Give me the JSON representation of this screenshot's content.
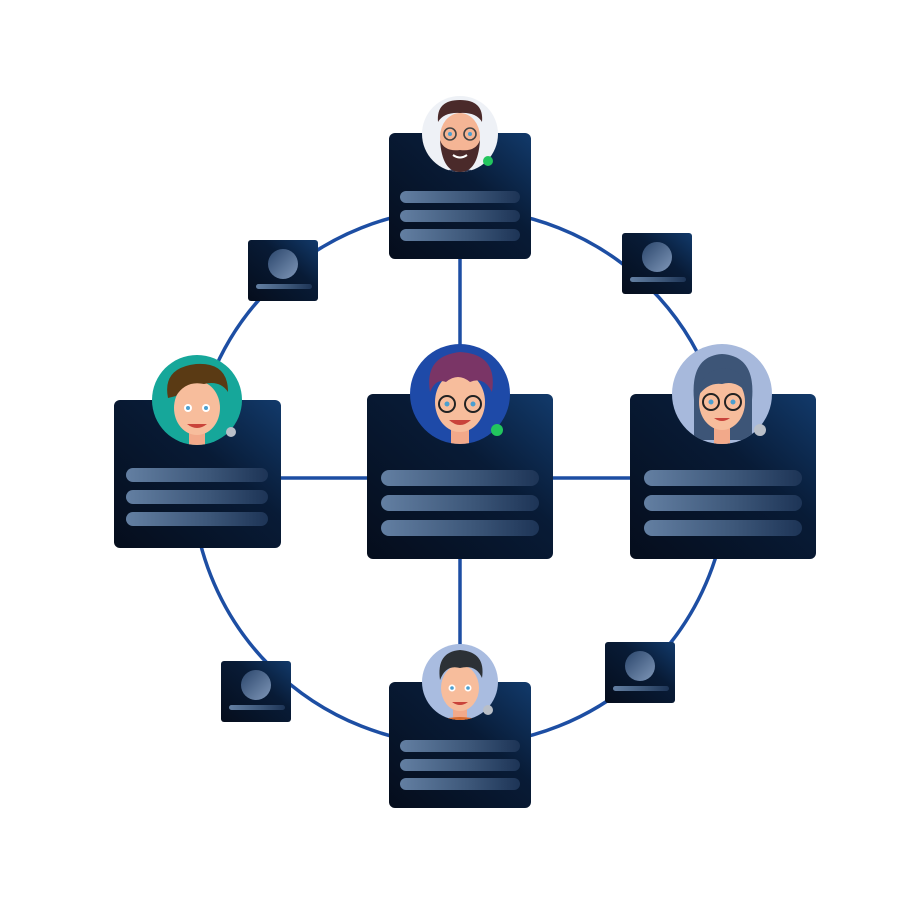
{
  "colors": {
    "connector": "#1d4ea3",
    "card_dark": "#050d1c",
    "card_mid": "#0b2447",
    "card_light": "#123a6b",
    "bar_start": "#5e7ea3",
    "bar_end": "#1b3354",
    "online": "#22c55e",
    "offline": "#b9bfc8"
  },
  "nodes": [
    {
      "id": "center",
      "role": "user-card",
      "avatar": "purple-hair-glasses-avatar",
      "avatar_bg": "#1e4aa8",
      "status": "online",
      "bars": 3
    },
    {
      "id": "top",
      "role": "user-card",
      "avatar": "bearded-man-avatar",
      "avatar_bg": "#eef1f6",
      "status": "online",
      "bars": 3
    },
    {
      "id": "left",
      "role": "user-card",
      "avatar": "brown-hair-boy-avatar",
      "avatar_bg": "#16a79a",
      "status": "offline",
      "bars": 3
    },
    {
      "id": "right",
      "role": "user-card",
      "avatar": "gray-hair-woman-avatar",
      "avatar_bg": "#a7b9dc",
      "status": "offline",
      "bars": 3
    },
    {
      "id": "bottom",
      "role": "user-card",
      "avatar": "dark-hair-man-avatar",
      "avatar_bg": "#a9bce0",
      "status": "offline",
      "bars": 3
    }
  ],
  "satellites": [
    {
      "id": "top-left",
      "icon": "placeholder-avatar-icon"
    },
    {
      "id": "top-right",
      "icon": "placeholder-avatar-icon"
    },
    {
      "id": "bottom-left",
      "icon": "placeholder-avatar-icon"
    },
    {
      "id": "bottom-right",
      "icon": "placeholder-avatar-icon"
    }
  ],
  "edges": [
    {
      "from": "center",
      "to": "top"
    },
    {
      "from": "center",
      "to": "left"
    },
    {
      "from": "center",
      "to": "right"
    },
    {
      "from": "center",
      "to": "bottom"
    }
  ]
}
